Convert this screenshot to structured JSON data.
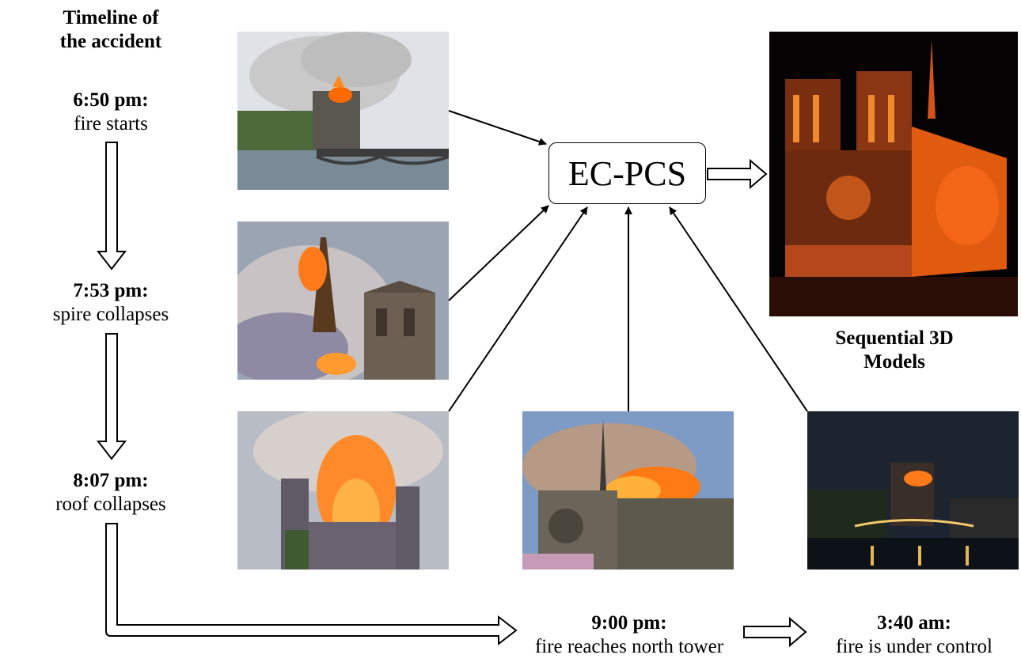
{
  "timeline": {
    "title_line1": "Timeline of",
    "title_line2": "the accident",
    "events": [
      {
        "time": "6:50 pm:",
        "desc": "fire starts"
      },
      {
        "time": "7:53 pm:",
        "desc": "spire collapses"
      },
      {
        "time": "8:07 pm:",
        "desc": "roof collapses"
      },
      {
        "time": "9:00 pm:",
        "desc": "fire reaches north tower"
      },
      {
        "time": "3:40 am:",
        "desc": "fire is under control"
      }
    ]
  },
  "center_node": {
    "label": "EC-PCS"
  },
  "output": {
    "label_line1": "Sequential 3D",
    "label_line2": "Models"
  },
  "photos": [
    {
      "name": "photo-fire-starts",
      "depicts": "smoke rising over cathedral and bridge"
    },
    {
      "name": "photo-spire-collapse",
      "depicts": "burning spire and tower"
    },
    {
      "name": "photo-roof-collapse",
      "depicts": "roof burning behind towers"
    },
    {
      "name": "photo-north-tower",
      "depicts": "fire spreading along cathedral roof"
    },
    {
      "name": "photo-under-control",
      "depicts": "cathedral at night over river"
    },
    {
      "name": "point-cloud-model",
      "depicts": "orange point cloud of cathedral on black"
    }
  ],
  "colors": {
    "line": "#000000",
    "fire": "#ff7a1a",
    "smoke": "#cfcfcf",
    "cloud": "#e05a10"
  }
}
